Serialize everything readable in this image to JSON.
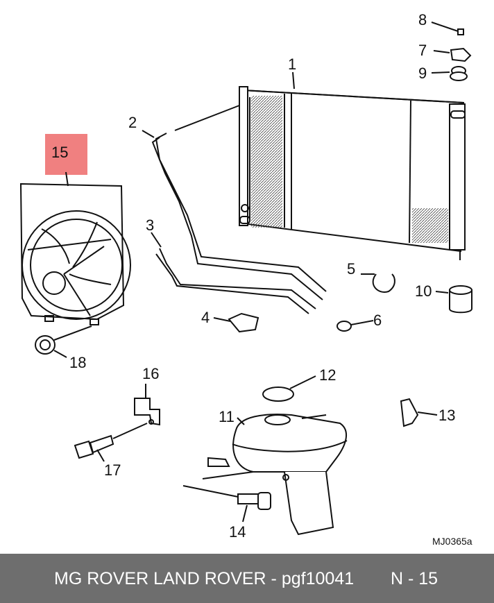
{
  "callouts": {
    "c1": "1",
    "c2": "2",
    "c3": "3",
    "c4": "4",
    "c5": "5",
    "c6": "6",
    "c7": "7",
    "c8": "8",
    "c9": "9",
    "c10": "10",
    "c11": "11",
    "c12": "12",
    "c13": "13",
    "c14": "14",
    "c15": "15",
    "c16": "16",
    "c17": "17",
    "c18": "18"
  },
  "highlight_color": "#f08080",
  "drawing_code": "MJ0365a",
  "footer": {
    "left": "MG ROVER LAND ROVER - pgf10041",
    "right": "N - 15",
    "background": "#6e6e6e"
  }
}
